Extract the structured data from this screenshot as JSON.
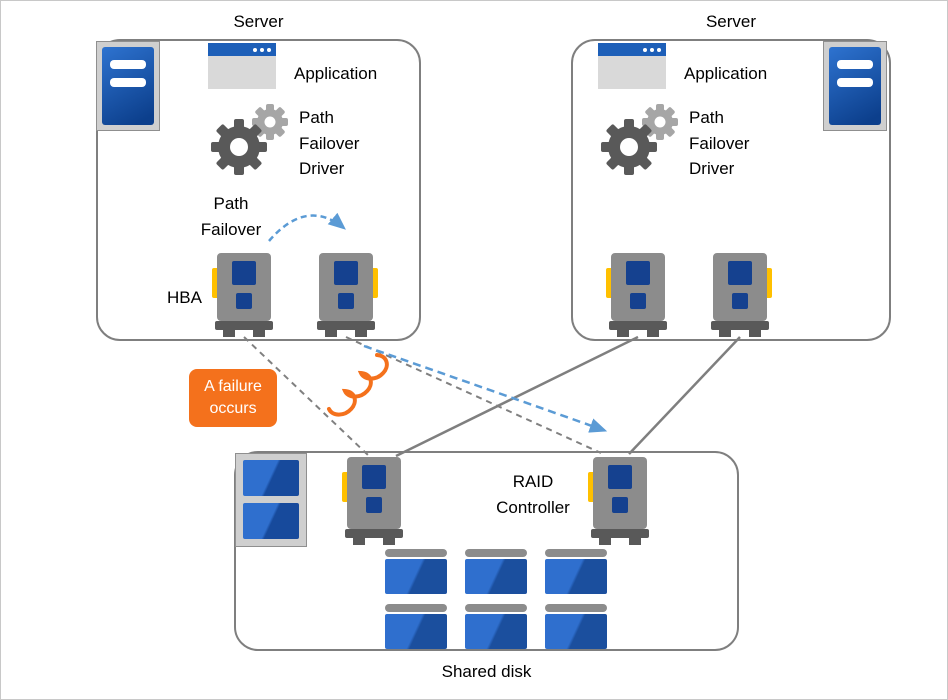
{
  "servers": [
    {
      "title": "Server",
      "application_label": "Application",
      "driver_label": "Path Failover Driver"
    },
    {
      "title": "Server",
      "application_label": "Application",
      "driver_label": "Path Failover Driver"
    }
  ],
  "annotations": {
    "path_failover": "Path Failover",
    "hba_label": "HBA",
    "failure_badge": "A failure occurs",
    "raid_controller": "RAID Controller",
    "shared_disk": "Shared disk"
  },
  "colors": {
    "brand_blue": "#1d5fb8",
    "chip_navy": "#15418f",
    "arrow_blue": "#5b9bd5",
    "failure_orange": "#f4711c",
    "card_gray": "#8c8c8c",
    "dark_gray": "#595959",
    "connector_yellow": "#ffc000",
    "line_gray": "#808080"
  },
  "icons": {
    "server_tower": "server-tower-icon",
    "application_window": "application-window-icon",
    "gears": "gears-icon",
    "hba_card": "hba-card-icon",
    "raid_card": "raid-controller-card-icon",
    "storage_unit": "storage-unit-icon",
    "disk": "disk-icon",
    "failure_coil": "failure-coil-icon",
    "failover_arrow": "failover-arrow-icon"
  }
}
